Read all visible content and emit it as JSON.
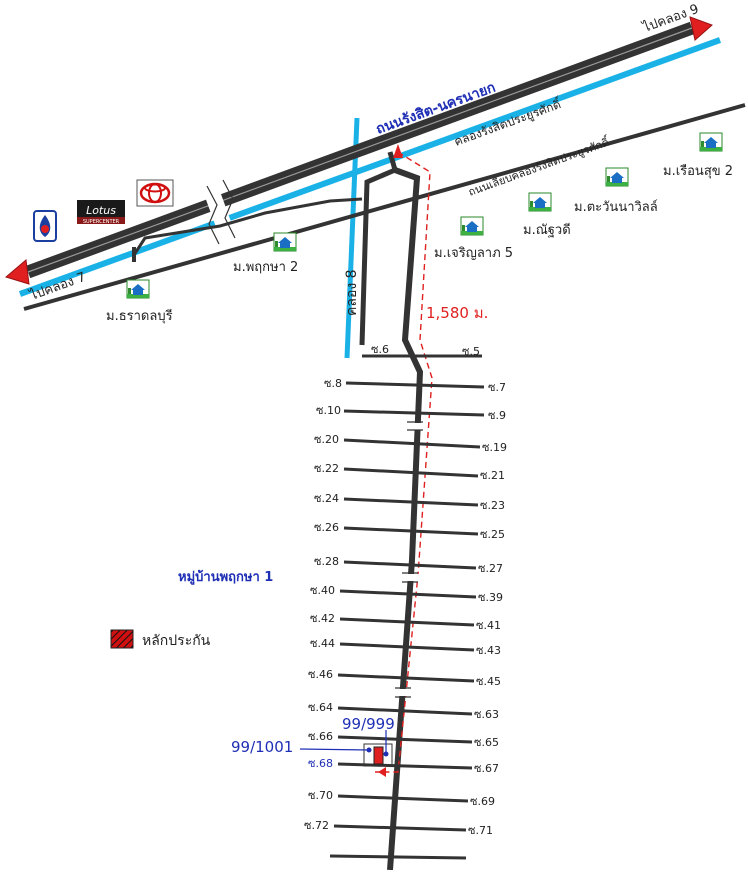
{
  "labels": {
    "to_khlong9": "ไปคลอง 9",
    "to_khlong7": "ไปคลอง 7",
    "highway": "ถนนรังสิต-นครนายก",
    "canal": "คลองรังสิตประยูรศักดิ์",
    "side_road": "ถนนเลียบคลองรังสิตประยูรศักดิ์",
    "khlong8": "คลอง 8",
    "distance": "1,580 ม.",
    "village_main": "หมู่บ้านพฤกษา 1",
    "addr_left": "99/1001",
    "addr_right": "99/999",
    "legend": "หลักประกัน"
  },
  "villages": {
    "ruenSuk": "ม.เรือนสุข 2",
    "tawan": "ม.ตะวันนาวิลล์",
    "nanthi": "ม.ณัฐวดี",
    "charoen": "ม.เจริญลาภ 5",
    "pruksa2": "ม.พฤกษา 2",
    "thara": "ม.ธราดลบุรี"
  },
  "logos": {
    "lotus_top": "Lotus",
    "lotus_sub": "SUPERCENTER"
  },
  "sois": {
    "s6": "ซ.6",
    "s5": "ซ.5",
    "s8": "ซ.8",
    "s7": "ซ.7",
    "s10": "ซ.10",
    "s9": "ซ.9",
    "s20": "ซ.20",
    "s19": "ซ.19",
    "s22": "ซ.22",
    "s21": "ซ.21",
    "s24": "ซ.24",
    "s23": "ซ.23",
    "s26": "ซ.26",
    "s25": "ซ.25",
    "s28": "ซ.28",
    "s27": "ซ.27",
    "s40": "ซ.40",
    "s39": "ซ.39",
    "s42": "ซ.42",
    "s41": "ซ.41",
    "s44": "ซ.44",
    "s43": "ซ.43",
    "s46": "ซ.46",
    "s45": "ซ.45",
    "s64": "ซ.64",
    "s63": "ซ.63",
    "s66": "ซ.66",
    "s65": "ซ.65",
    "s68": "ซ.68",
    "s67": "ซ.67",
    "s70": "ซ.70",
    "s69": "ซ.69",
    "s72": "ซ.72",
    "s71": "ซ.71"
  },
  "colors": {
    "road": "#333333",
    "canal": "#1ab2e6",
    "route": "#e02020",
    "label_blue": "#1f2fb5",
    "legend_red": "#d01010"
  }
}
